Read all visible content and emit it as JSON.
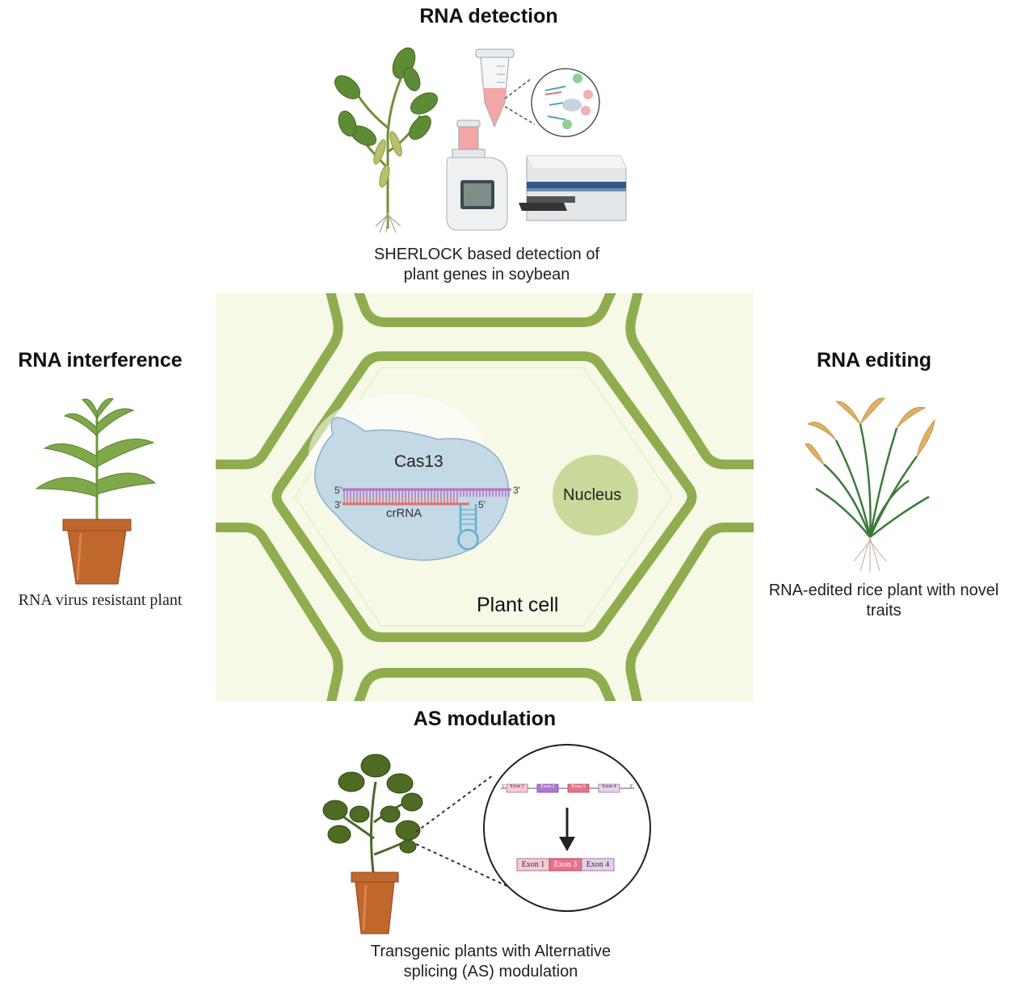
{
  "sections": {
    "detection": {
      "heading": "RNA detection",
      "caption_line1": "SHERLOCK based detection of",
      "caption_line2": "plant genes in soybean"
    },
    "interference": {
      "heading": "RNA interference",
      "caption": "RNA virus resistant plant"
    },
    "editing": {
      "heading": "RNA editing",
      "caption_line1": "RNA-edited rice plant with novel",
      "caption_line2": "traits"
    },
    "splicing": {
      "heading": "AS modulation",
      "caption_line1": "Transgenic plants with Alternative",
      "caption_line2": "splicing (AS) modulation",
      "pre_exons": [
        "Exon 1",
        "Exon 2",
        "Exon 3",
        "Exon 4"
      ],
      "mature_exons": [
        "Exon 1",
        "Exon 3",
        "Exon 4"
      ],
      "end5": "5'",
      "end3": "3'"
    }
  },
  "cell": {
    "label": "Plant cell",
    "nucleus_label": "Nucleus",
    "cas_label": "Cas13",
    "crrna_label": "crRNA",
    "end5_top": "5'",
    "end3_top": "3'",
    "end3_bottom": "3'",
    "end5_bottom": "5'"
  },
  "colors": {
    "cell_wall": "#8fad4f",
    "cytoplasm": "#f6f9e6",
    "nucleus": "#c9d99a",
    "cas13": "#c3d9e6",
    "target_rna": "#b86fc0",
    "crrna": "#e07070",
    "pot": "#c0672e"
  },
  "icons": [
    "soybean-plant-icon",
    "microtube-icon",
    "magnifier-icon",
    "fluorometer-icon",
    "plate-reader-icon",
    "potted-plant-icon",
    "rice-plant-icon",
    "tomato-plant-icon"
  ]
}
